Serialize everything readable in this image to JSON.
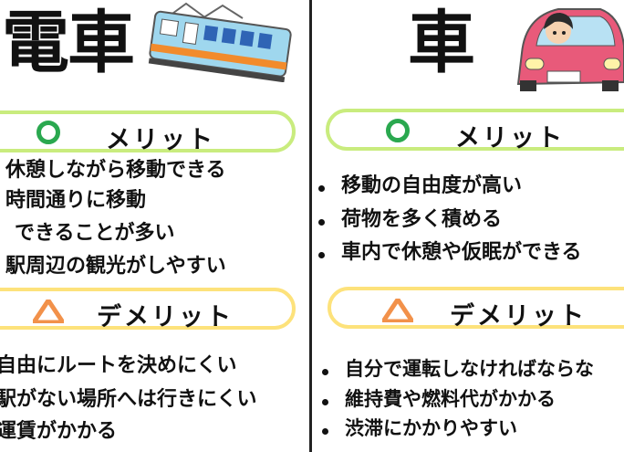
{
  "left": {
    "title": "電車",
    "merit": {
      "label": "メリット",
      "items": [
        "休憩しながら移動できる",
        "時間通りに移動",
        "できることが多い",
        "駅周辺の観光がしやすい"
      ]
    },
    "demerit": {
      "label": "デメリット",
      "items": [
        "自由にルートを決めにくい",
        "駅がない場所へは行きにくい",
        "運賃がかかる"
      ]
    }
  },
  "right": {
    "title": "車",
    "merit": {
      "label": "メリット",
      "items": [
        "移動の自由度が高い",
        "荷物を多く積める",
        "車内で休憩や仮眠ができる"
      ]
    },
    "demerit": {
      "label": "デメリット",
      "items": [
        "自分で運転しなければならな",
        "維持費や燃料代がかかる",
        "渋滞にかかりやすい"
      ]
    }
  },
  "colors": {
    "merit_border": "#c9ec7e",
    "demerit_border": "#fde27b",
    "circle": "#2aa84f",
    "triangle": "#f2914a"
  }
}
